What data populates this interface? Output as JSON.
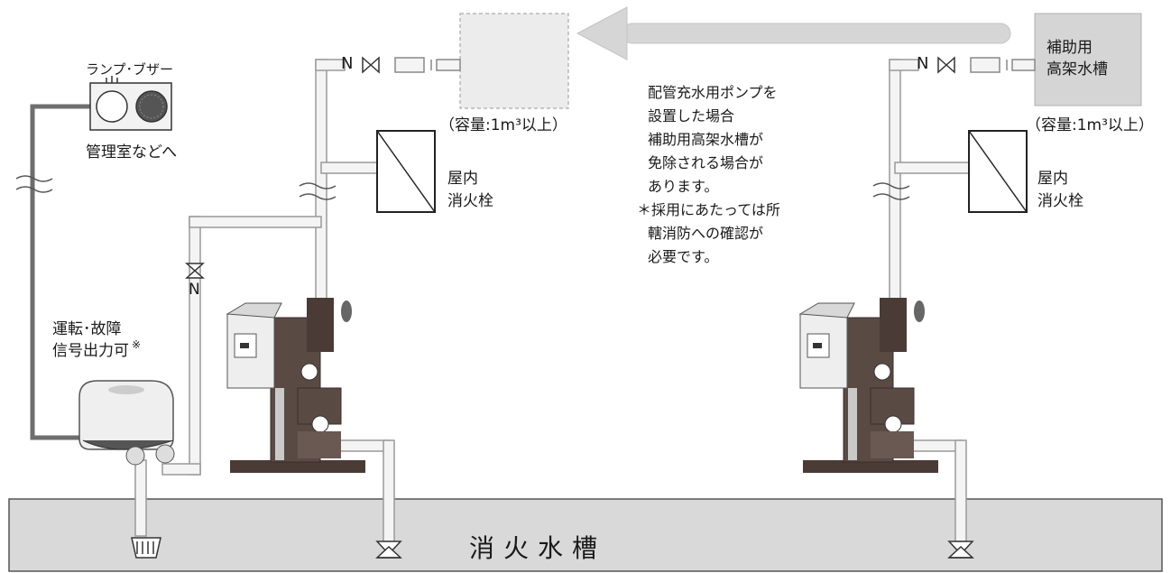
{
  "labels": {
    "lamp_buzzer": "ランプ･ブザー",
    "control_room": "管理室などへ",
    "signal_line1": "運転･故障",
    "signal_line2": "信号出力可",
    "signal_mark": "※",
    "indoor_hydrant_left_1": "屋内",
    "indoor_hydrant_left_2": "消火栓",
    "indoor_hydrant_right_1": "屋内",
    "indoor_hydrant_right_2": "消火栓",
    "capacity_left": "（容量:1m³以上）",
    "capacity_right": "（容量:1m³以上）",
    "aux_tank_1": "補助用",
    "aux_tank_2": "高架水槽",
    "valve_symbol_left": "N",
    "valve_symbol_right": "N",
    "riser_valve_symbol": "N",
    "fire_water_tank": "消火水槽"
  },
  "note_lines": [
    "配管充水用ポンプを",
    "設置した場合",
    "補助用高架水槽が",
    "免除される場合が",
    "あります。",
    "＊採用にあたっては所",
    "轄消防への確認が",
    "必要です。"
  ],
  "colors": {
    "pipe_fill": "#f4f4f4",
    "pipe_stroke": "#9a9a9a",
    "tank_fill": "#d9d9d9",
    "arrow_fill": "#d6d6d6",
    "signal_wire": "#6e6e6e",
    "pump_body": "#5a4a44",
    "panel": "#eeeeee"
  }
}
